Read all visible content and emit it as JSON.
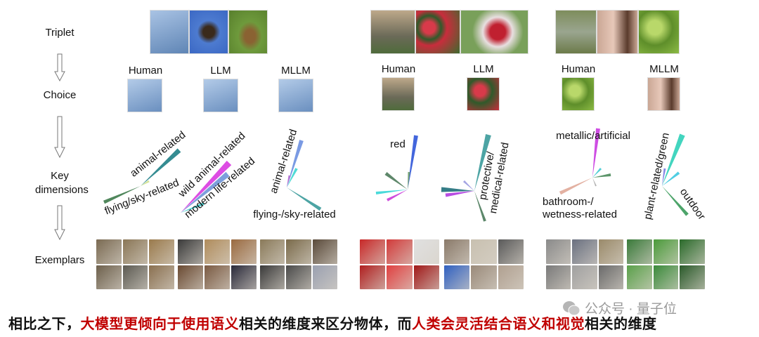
{
  "rows": {
    "triplet": "Triplet",
    "choice": "Choice",
    "key_dimensions": "Key dimensions",
    "exemplars": "Exemplars"
  },
  "choice_labels": {
    "g1_human": "Human",
    "g1_llm": "LLM",
    "g1_mllm": "MLLM",
    "g2_human": "Human",
    "g2_llm": "LLM",
    "g3_human": "Human",
    "g3_mllm": "MLLM"
  },
  "dimensions": {
    "c1_a": "animal-related",
    "c1_b": "flying/sky-related",
    "c2_a": "wild animal-related",
    "c2_b": "modern life-related",
    "c3_a": "animal-related",
    "c3_b": "flying-/sky-related",
    "c4_a": "red",
    "c5_a1": "protective/",
    "c5_a2": "medical-related",
    "c6_a": "metallic/artificial",
    "c6_b1": "bathroom-/",
    "c6_b2": "wetness-related",
    "c7_a": "plant-related/green",
    "c7_b": "outdoor"
  },
  "caption": {
    "p1": "相比之下，",
    "p2": "大模型更倾向于使用语义",
    "p3": "相关的维度来区分物体，而",
    "p4": "人类会灵活结合语义和视觉",
    "p5": "相关的维度"
  },
  "watermark": "公众号 · 量子位",
  "colors": {
    "caption_red": "#c00000"
  }
}
